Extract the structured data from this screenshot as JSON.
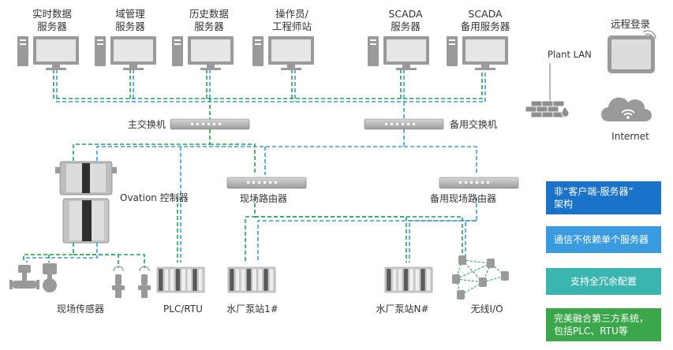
{
  "servers": [
    {
      "line1": "实时数据",
      "line2": "服务器"
    },
    {
      "line1": "域管理",
      "line2": "服务器"
    },
    {
      "line1": "历史数据",
      "line2": "服务器"
    },
    {
      "line1": "操作员/",
      "line2": "工程师站"
    },
    {
      "line1": "SCADA",
      "line2": "服务器"
    },
    {
      "line1": "SCADA",
      "line2": "备用服务器"
    }
  ],
  "remote_login": "远程登录",
  "plant_lan": "Plant LAN",
  "internet": "Internet",
  "main_switch": "主交换机",
  "backup_switch": "备用交换机",
  "controller": "Ovation 控制器",
  "field_router": "现场路由器",
  "backup_field_router": "备用现场路由器",
  "field_sensors": "现场传感器",
  "plc_rtu": "PLC/RTU",
  "pump_station_1": "水厂泵站1#",
  "pump_station_n": "水厂泵站N#",
  "wireless_io": "无线I/O",
  "features": [
    {
      "line1": "非“客户端-服务器”",
      "line2": "架构",
      "color": "#1a73c8"
    },
    {
      "line1": "通信不依赖单个服务器",
      "line2": "",
      "color": "#3a9be0"
    },
    {
      "line1": "支持全冗余配置",
      "line2": "",
      "color": "#3ab5b0"
    },
    {
      "line1": "完美融合第三方系统，",
      "line2": "包括PLC、RTU等",
      "color": "#3aa84a"
    }
  ],
  "colors": {
    "green_link": "#22a050",
    "blue_link": "#3a9be0",
    "device_gray": "#9a9a9a",
    "label_text": "#333333"
  }
}
